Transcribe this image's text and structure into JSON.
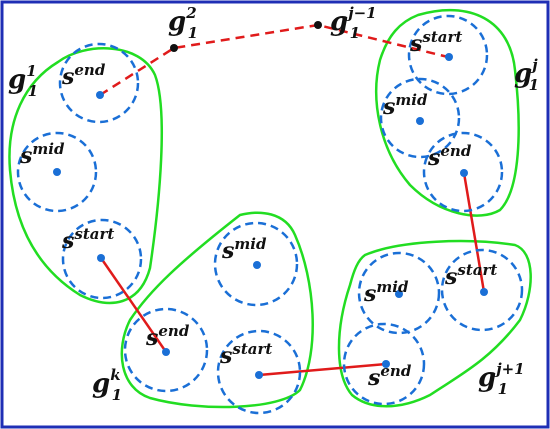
{
  "colors": {
    "frame": "#1f2fb5",
    "group_outline": "#22dd22",
    "node_circle": "#1a6fd6",
    "node_center": "#1a6fd6",
    "solid_link": "#e01b1b",
    "dashed_link": "#e01b1b",
    "waypoint": "#111111"
  },
  "group_labels": [
    {
      "id": "g1-1",
      "base": "g",
      "sub": "1",
      "sup": "1"
    },
    {
      "id": "g1-j",
      "base": "g",
      "sub": "1",
      "sup": "j"
    },
    {
      "id": "g1-k",
      "base": "g",
      "sub": "1",
      "sup": "k"
    },
    {
      "id": "g1-j1",
      "base": "g",
      "sub": "1",
      "sup": "j+1"
    }
  ],
  "waypoint_labels": [
    {
      "id": "g1-2",
      "base": "g",
      "sub": "1",
      "sup": "2"
    },
    {
      "id": "g1-jm1",
      "base": "g",
      "sub": "1",
      "sup": "j−1"
    }
  ],
  "nodes": [
    {
      "id": "a-end",
      "base": "s",
      "sup": "end"
    },
    {
      "id": "a-mid",
      "base": "s",
      "sup": "mid"
    },
    {
      "id": "a-start",
      "base": "s",
      "sup": "start"
    },
    {
      "id": "b-start",
      "base": "s",
      "sup": "start"
    },
    {
      "id": "b-mid",
      "base": "s",
      "sup": "mid"
    },
    {
      "id": "b-end",
      "base": "s",
      "sup": "end"
    },
    {
      "id": "c-mid",
      "base": "s",
      "sup": "mid"
    },
    {
      "id": "c-end",
      "base": "s",
      "sup": "end"
    },
    {
      "id": "c-start",
      "base": "s",
      "sup": "start"
    },
    {
      "id": "d-mid",
      "base": "s",
      "sup": "mid"
    },
    {
      "id": "d-start",
      "base": "s",
      "sup": "start"
    },
    {
      "id": "d-end",
      "base": "s",
      "sup": "end"
    }
  ]
}
